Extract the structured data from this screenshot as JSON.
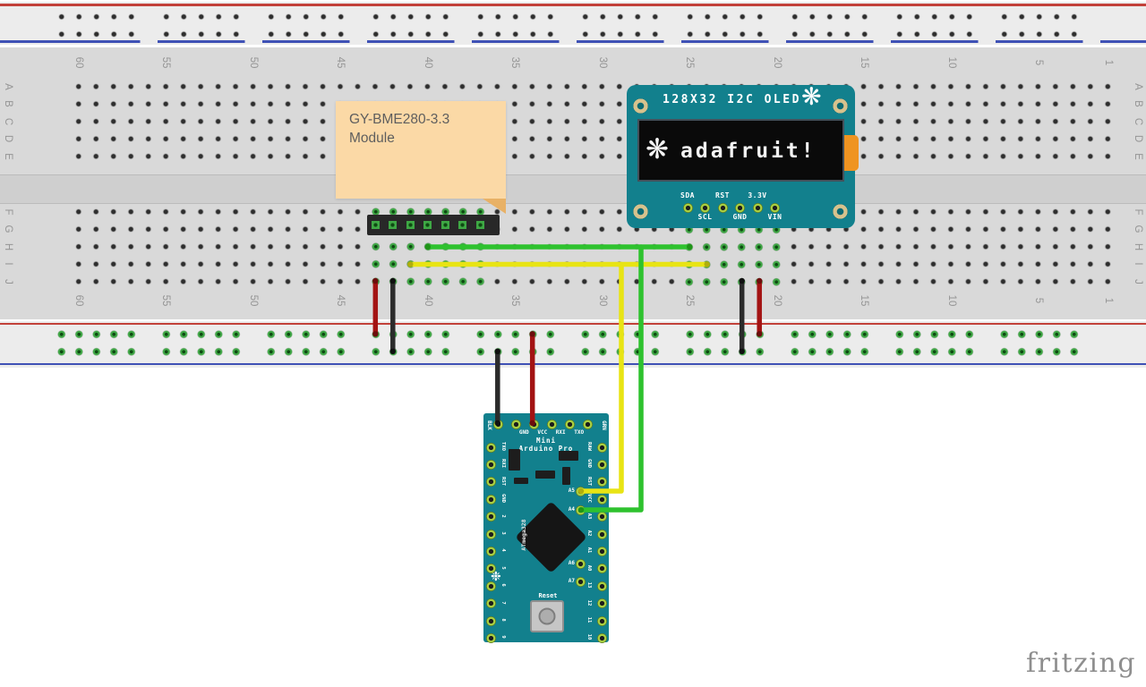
{
  "page": {
    "watermark": "fritzing"
  },
  "colors": {
    "wire_red": "#a31313",
    "wire_black": "#2b2b2b",
    "wire_green": "#2ec22e",
    "wire_yellow": "#e8e414",
    "board_teal": "#12808d",
    "note_tan": "#fbd9a6",
    "hole_green": "#3ea844",
    "rail_red_line": "#c2413a",
    "rail_blue_line": "#3f51b5"
  },
  "breadboard": {
    "column_numbers": [
      "60",
      "55",
      "50",
      "45",
      "40",
      "35",
      "30",
      "25",
      "20",
      "15",
      "10",
      "5",
      "1"
    ],
    "row_letters_top": [
      "A",
      "B",
      "C",
      "D",
      "E"
    ],
    "row_letters_bottom": [
      "F",
      "G",
      "H",
      "I",
      "J"
    ]
  },
  "note": {
    "line1": "GY-BME280-3.3",
    "line2": "Module"
  },
  "oled": {
    "title": "128X32 I2C OLED",
    "logo_glyph": "❋",
    "screen_text": "adafruit!",
    "pin_labels_top": [
      "SDA",
      "RST",
      "3.3V"
    ],
    "pin_labels_bottom": [
      "SCL",
      "GND",
      "VIN"
    ]
  },
  "arduino": {
    "corner_left": "BLK",
    "corner_right": "GRN",
    "top_pin_labels": "GND VCC RXI TXO",
    "name_line1": "Mini",
    "name_line2": "Arduino Pro",
    "chip_label": "ATmega328",
    "flower_glyph": "❉",
    "reset_label": "Reset",
    "left_pins": [
      "TXO",
      "RXI",
      "RST",
      "GND",
      "2",
      "3",
      "4",
      "5",
      "6",
      "7",
      "8",
      "9"
    ],
    "right_pins": [
      "RAW",
      "GND",
      "RST",
      "VCC",
      "A3",
      "A2",
      "A1",
      "A0",
      "13",
      "12",
      "11",
      "10"
    ],
    "inner_pins": [
      "A5",
      "A4",
      "A6",
      "A7"
    ]
  }
}
